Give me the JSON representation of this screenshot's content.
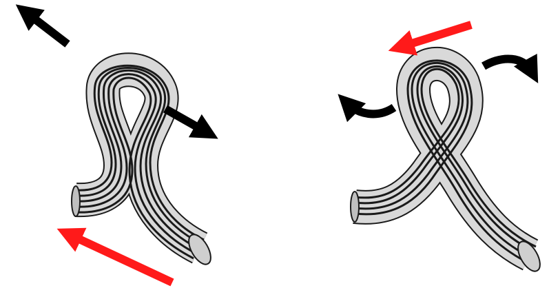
{
  "colors": {
    "background": "#ffffff",
    "tube_fill": "#d9d9d9",
    "tube_stripe": "#1a1a1a",
    "tube_highlight": "#ffffff",
    "arrow_black": "#000000",
    "arrow_red": "#ff1a1a"
  },
  "figures": [
    {
      "id": "untwisted-loop",
      "shape": "omega-loop",
      "arrows": [
        {
          "kind": "straight",
          "color": "arrow_black",
          "direction": "up-left"
        },
        {
          "kind": "straight",
          "color": "arrow_black",
          "direction": "down-right"
        },
        {
          "kind": "straight",
          "color": "arrow_red",
          "direction": "up-left"
        }
      ]
    },
    {
      "id": "twisted-loop",
      "shape": "crossed-loop",
      "arrows": [
        {
          "kind": "straight",
          "color": "arrow_red",
          "direction": "left"
        },
        {
          "kind": "curved",
          "color": "arrow_black",
          "direction": "clockwise-right"
        },
        {
          "kind": "curved",
          "color": "arrow_black",
          "direction": "counterclockwise-left"
        }
      ]
    }
  ],
  "edge_text": {
    "top_right_fragment": "",
    "bottom_left_fragment": ""
  }
}
